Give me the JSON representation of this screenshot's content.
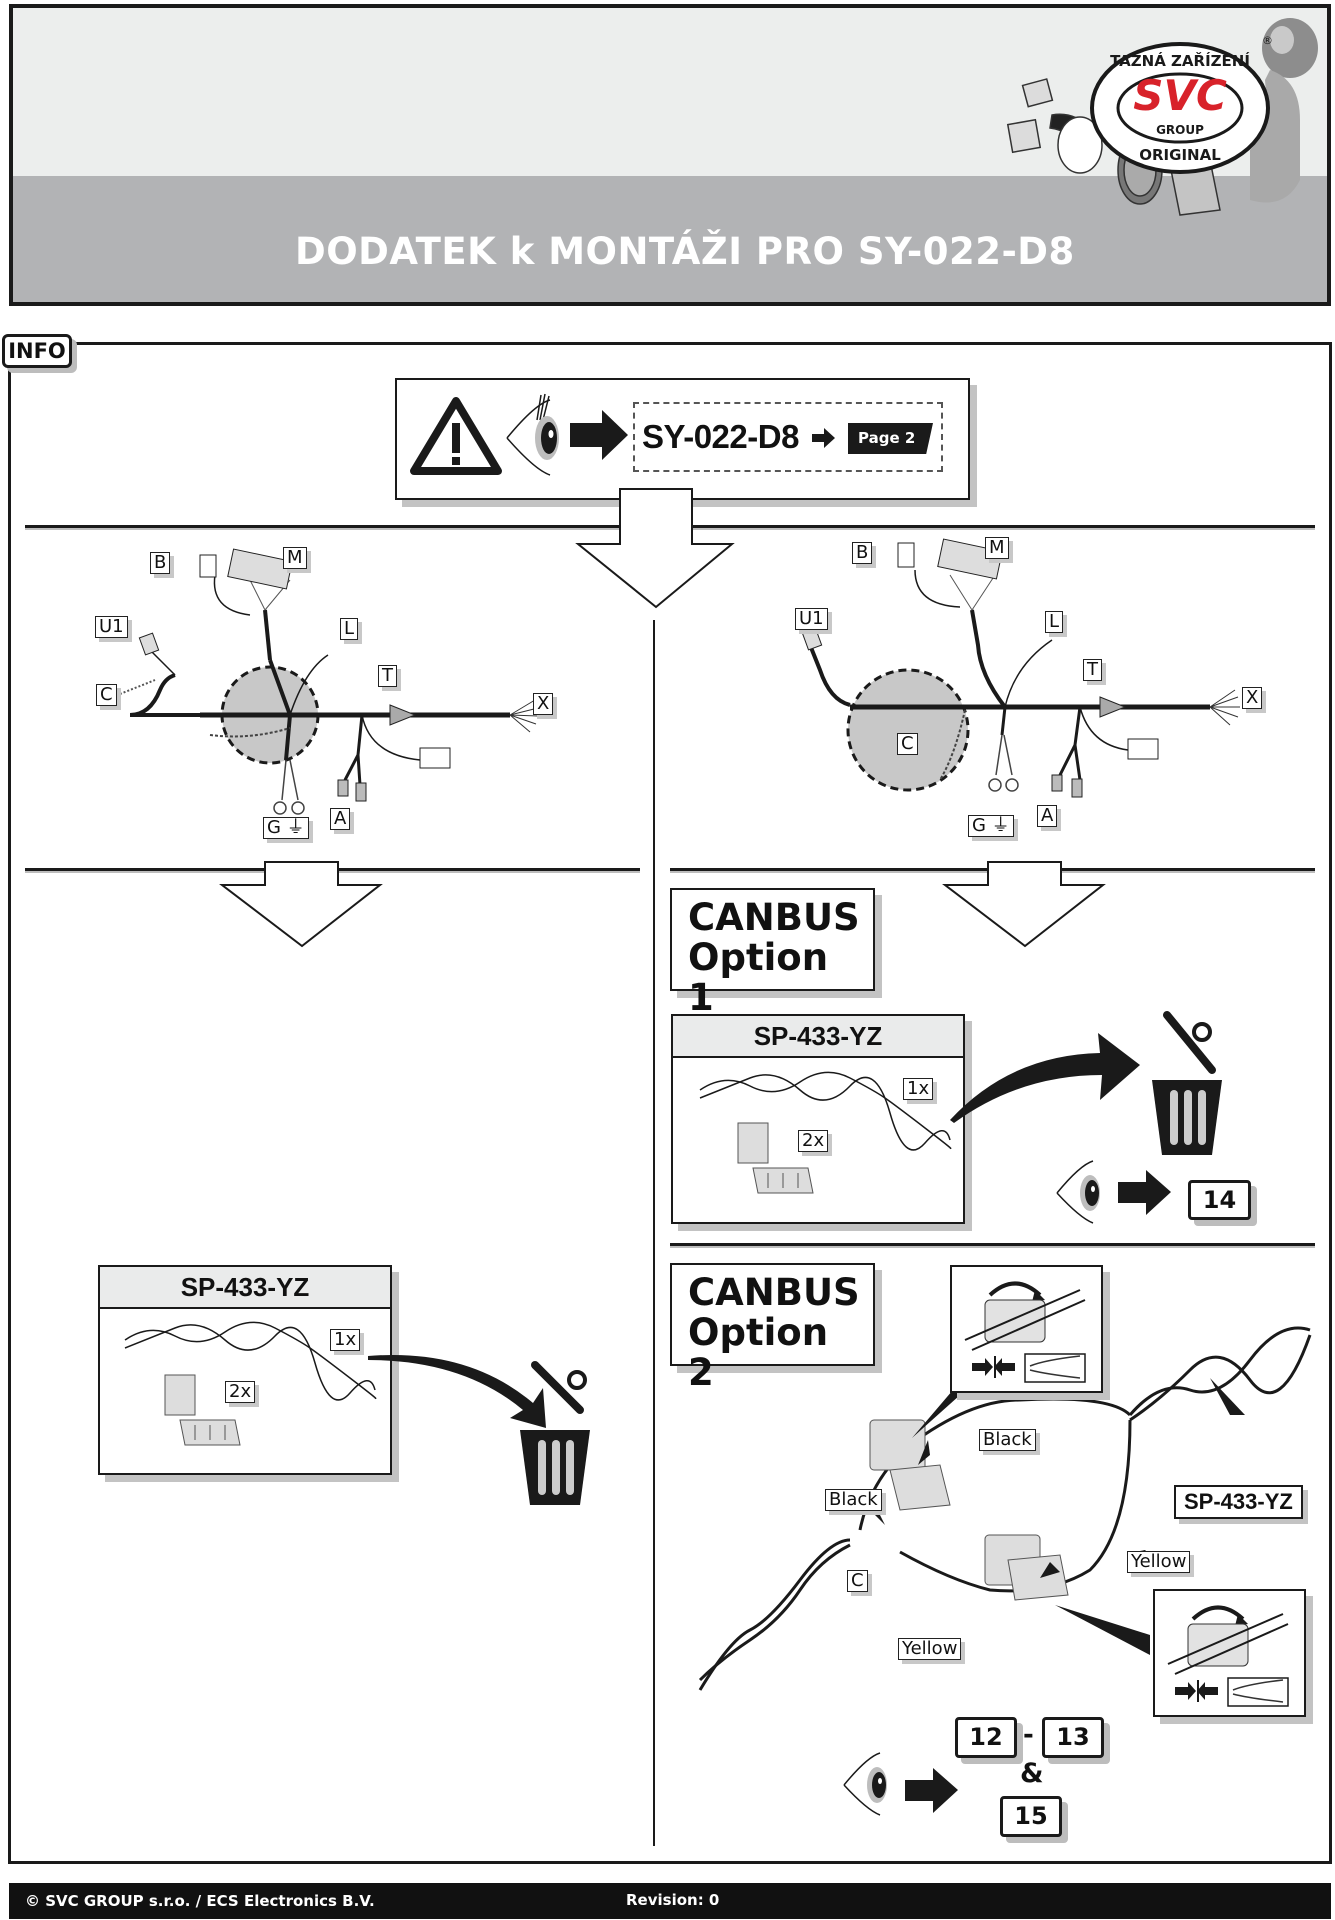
{
  "header": {
    "title": "DODATEK k MONTÁŽI PRO  SY-022-D8",
    "logo": {
      "top_text": "TAŽNÁ ZAŘÍZENÍ",
      "brand": "SVC",
      "middle_text": "GROUP",
      "bottom_text": "ORIGINAL",
      "registered_mark": "®",
      "brand_color": "#d8222a"
    }
  },
  "info_tag": "INFO",
  "notice": {
    "icons": [
      "warning-triangle-icon",
      "eye-icon",
      "arrow-right-icon"
    ],
    "product_code": "SY-022-D8",
    "page_label": "Page 2"
  },
  "harness_left": {
    "labels": [
      "B",
      "M",
      "U1",
      "L",
      "C",
      "T",
      "X",
      "G",
      "A"
    ],
    "highlight": "ground-branch"
  },
  "harness_right": {
    "labels": [
      "B",
      "M",
      "U1",
      "L",
      "T",
      "X",
      "C",
      "G",
      "A"
    ],
    "highlight": "canbus-C-branch"
  },
  "left_branch": {
    "kit": {
      "title": "SP-433-YZ",
      "wire_qty": "1x",
      "connector_qty": "2x"
    },
    "action": "discard"
  },
  "option1": {
    "title_line1": "CANBUS",
    "title_line2": "Option 1",
    "kit": {
      "title": "SP-433-YZ",
      "wire_qty": "1x",
      "connector_qty": "2x"
    },
    "action": "discard",
    "see_page": "14"
  },
  "option2": {
    "title_line1": "CANBUS",
    "title_line2": "Option 2",
    "wire_labels": {
      "black_1": "Black",
      "black_2": "Black",
      "yellow_1": "Yellow",
      "yellow_2": "Yellow",
      "connector": "C",
      "kit": "SP-433-YZ"
    },
    "see_pages": {
      "from": "12",
      "dash": "-",
      "to": "13",
      "and": "&",
      "extra": "15"
    }
  },
  "footer": {
    "copyright": "© SVC GROUP s.r.o. / ECS Electronics B.V.",
    "revision": "Revision: 0"
  }
}
